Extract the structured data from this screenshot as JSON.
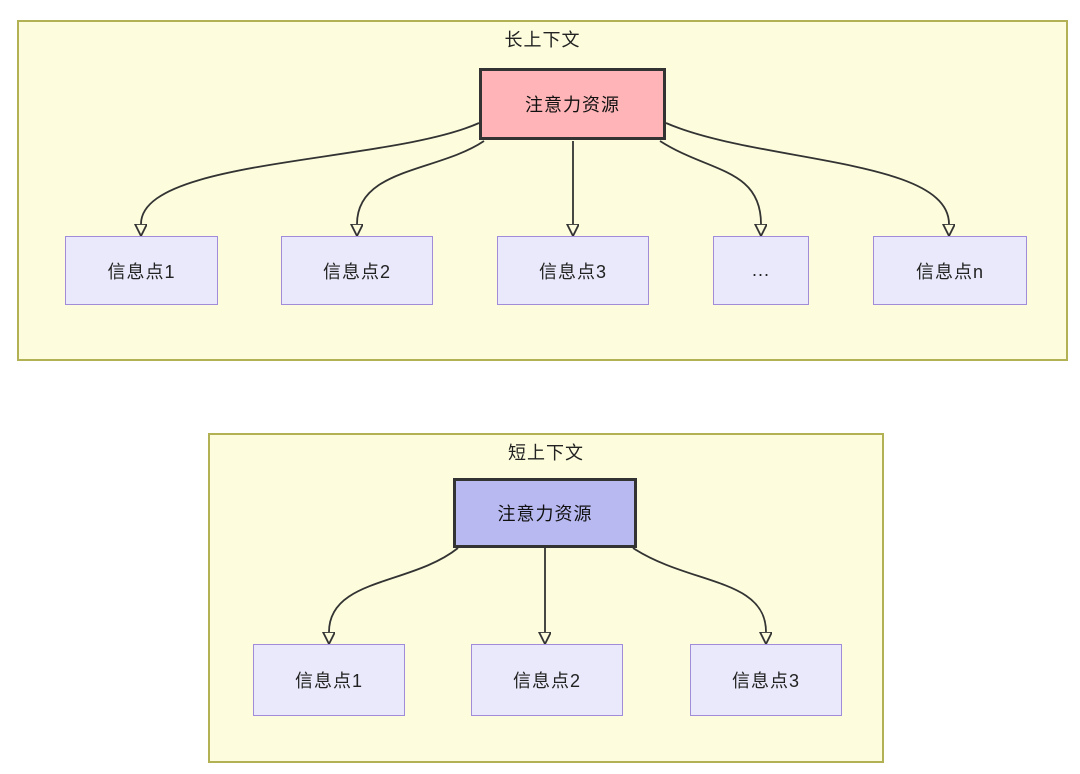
{
  "diagram": {
    "long_context": {
      "title": "长上下文",
      "attention_label": "注意力资源",
      "nodes": [
        "信息点1",
        "信息点2",
        "信息点3",
        "...",
        "信息点n"
      ]
    },
    "short_context": {
      "title": "短上下文",
      "attention_label": "注意力资源",
      "nodes": [
        "信息点1",
        "信息点2",
        "信息点3"
      ]
    },
    "colors": {
      "container_bg": "#fdfdde",
      "container_border": "#b2b255",
      "attention_long_bg": "#ffb5b8",
      "attention_short_bg": "#b9b9f2",
      "attention_border": "#333333",
      "node_bg": "#e9e9fb",
      "node_border": "#a08cd8",
      "arrow": "#333333",
      "text": "#222222"
    }
  }
}
